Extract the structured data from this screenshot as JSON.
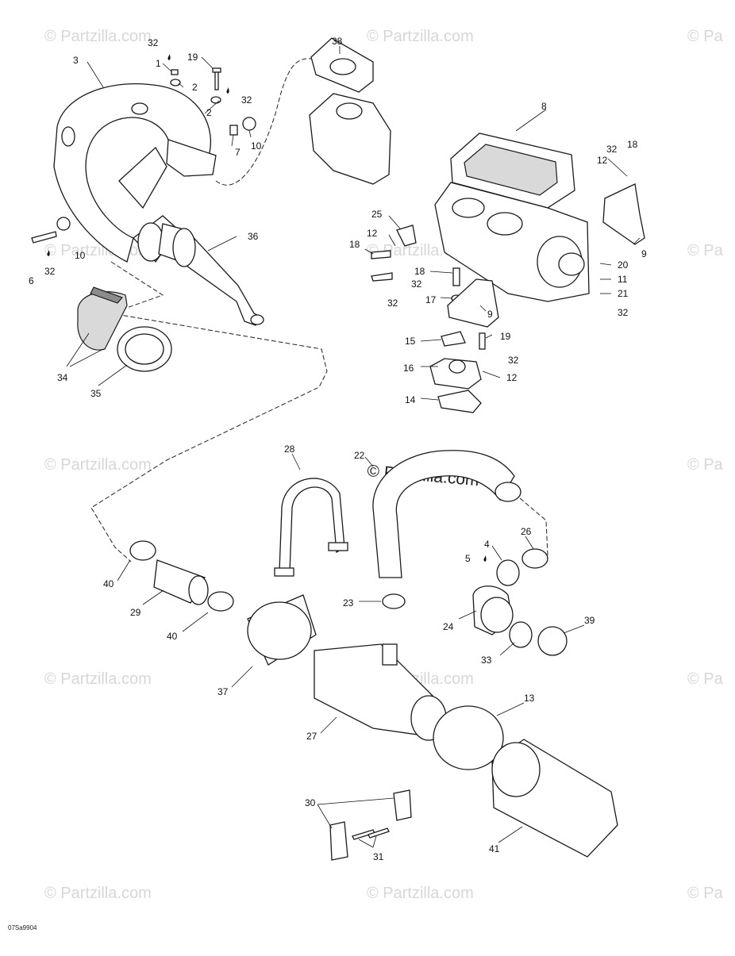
{
  "diagram": {
    "part_labels": [
      "32",
      "3",
      "1",
      "19",
      "2",
      "32",
      "2",
      "10",
      "7",
      "38",
      "8",
      "32",
      "18",
      "12",
      "9",
      "25",
      "12",
      "18",
      "18",
      "32",
      "32",
      "17",
      "9",
      "20",
      "11",
      "21",
      "32",
      "6",
      "32",
      "10",
      "36",
      "34",
      "35",
      "15",
      "19",
      "32",
      "16",
      "12",
      "14",
      "28",
      "22",
      "26",
      "4",
      "5",
      "40",
      "29",
      "23",
      "40",
      "24",
      "39",
      "33",
      "37",
      "27",
      "13",
      "30",
      "31",
      "41"
    ],
    "watermark": "© Partzilla.com",
    "watermark_short": "© Pa",
    "center_watermark": "© Partzilla.com",
    "figure_code": "07Sa9904",
    "colors": {
      "line": "#1a1a1a",
      "watermark": "#d7d7d7",
      "shade": "#d9d9d9"
    }
  }
}
